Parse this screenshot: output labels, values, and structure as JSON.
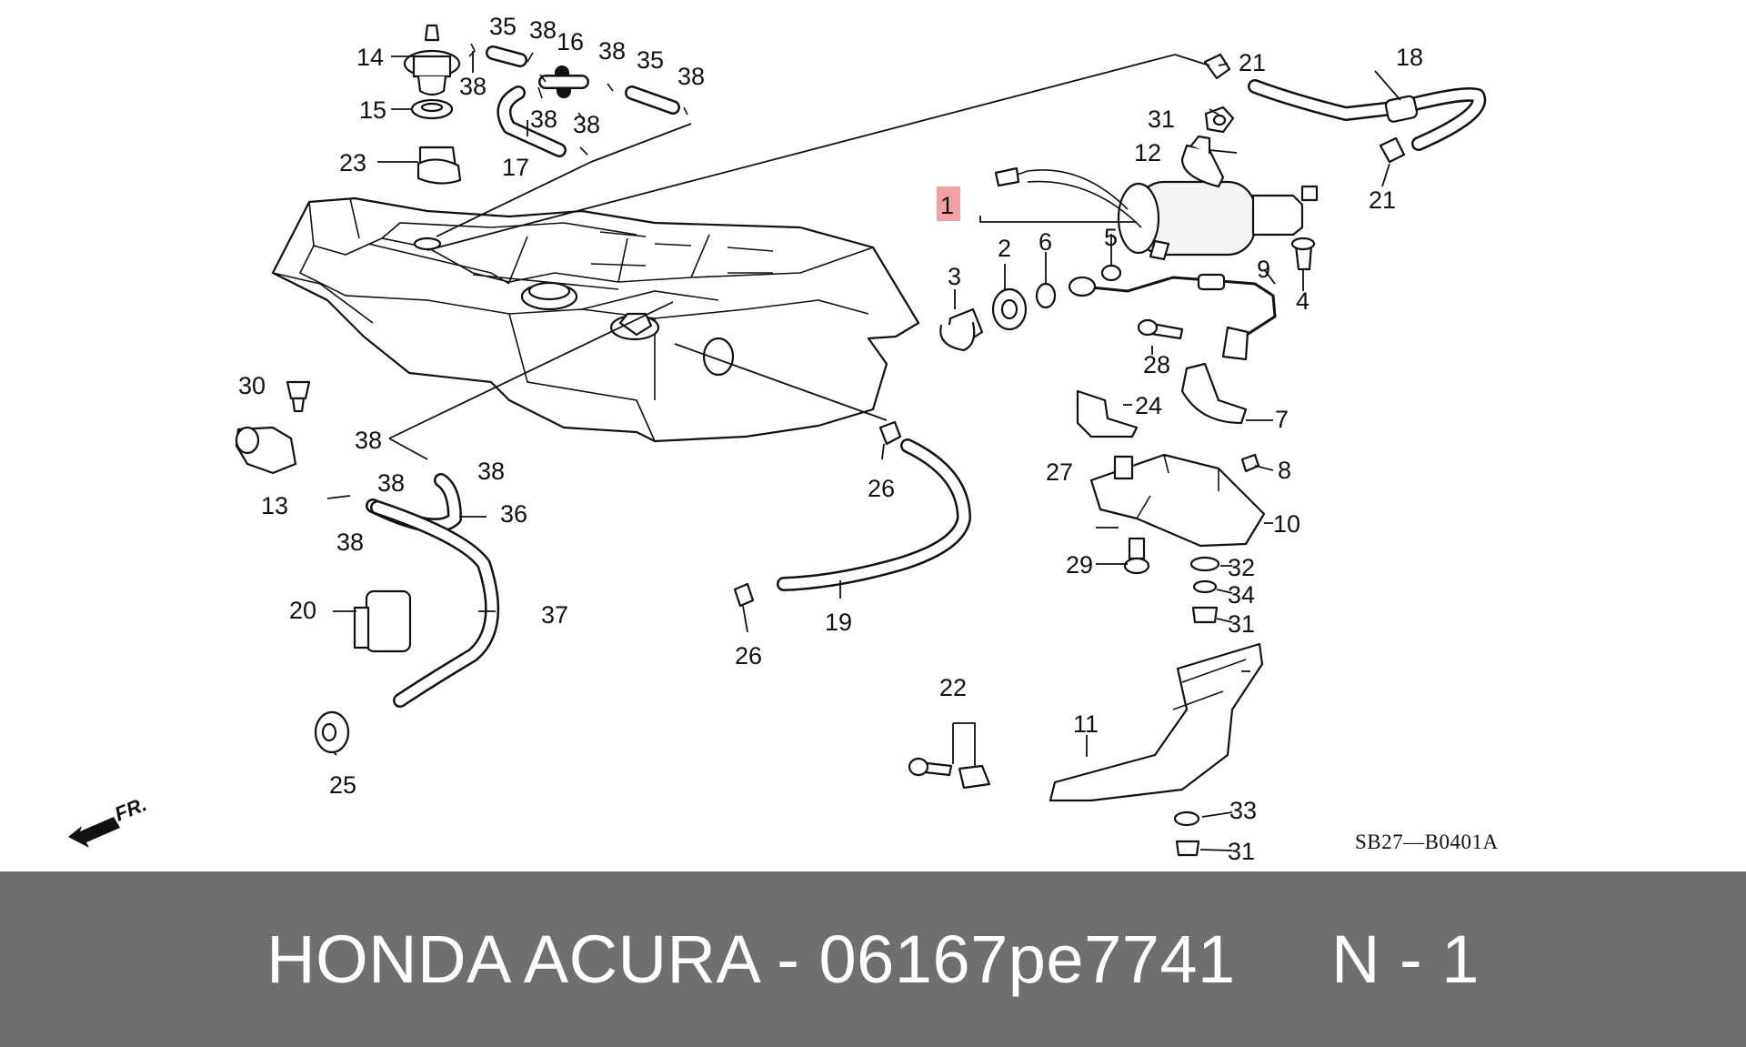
{
  "diagram": {
    "code": "SB27—B0401A",
    "direction": "FR.",
    "highlight_color": "#f3a1a6",
    "labels": [
      {
        "id": "p1",
        "text": "1",
        "highlight": true
      },
      {
        "id": "p2",
        "text": "2"
      },
      {
        "id": "p3",
        "text": "3"
      },
      {
        "id": "p4",
        "text": "4"
      },
      {
        "id": "p5",
        "text": "5"
      },
      {
        "id": "p6",
        "text": "6"
      },
      {
        "id": "p7",
        "text": "7"
      },
      {
        "id": "p8",
        "text": "8"
      },
      {
        "id": "p9",
        "text": "9"
      },
      {
        "id": "p10",
        "text": "10"
      },
      {
        "id": "p11",
        "text": "11"
      },
      {
        "id": "p12",
        "text": "12"
      },
      {
        "id": "p13",
        "text": "13"
      },
      {
        "id": "p14",
        "text": "14"
      },
      {
        "id": "p15",
        "text": "15"
      },
      {
        "id": "p16",
        "text": "16"
      },
      {
        "id": "p17",
        "text": "17"
      },
      {
        "id": "p18",
        "text": "18"
      },
      {
        "id": "p19",
        "text": "19"
      },
      {
        "id": "p20",
        "text": "20"
      },
      {
        "id": "p21a",
        "text": "21"
      },
      {
        "id": "p21b",
        "text": "21"
      },
      {
        "id": "p22",
        "text": "22"
      },
      {
        "id": "p23",
        "text": "23"
      },
      {
        "id": "p24",
        "text": "24"
      },
      {
        "id": "p25",
        "text": "25"
      },
      {
        "id": "p26a",
        "text": "26"
      },
      {
        "id": "p26b",
        "text": "26"
      },
      {
        "id": "p27",
        "text": "27"
      },
      {
        "id": "p28",
        "text": "28"
      },
      {
        "id": "p29",
        "text": "29"
      },
      {
        "id": "p30",
        "text": "30"
      },
      {
        "id": "p31a",
        "text": "31"
      },
      {
        "id": "p31b",
        "text": "31"
      },
      {
        "id": "p31c",
        "text": "31"
      },
      {
        "id": "p32",
        "text": "32"
      },
      {
        "id": "p33",
        "text": "33"
      },
      {
        "id": "p34",
        "text": "34"
      },
      {
        "id": "p35a",
        "text": "35"
      },
      {
        "id": "p35b",
        "text": "35"
      },
      {
        "id": "p36",
        "text": "36"
      },
      {
        "id": "p37",
        "text": "37"
      },
      {
        "id": "p38a",
        "text": "38"
      },
      {
        "id": "p38b",
        "text": "38"
      },
      {
        "id": "p38c",
        "text": "38"
      },
      {
        "id": "p38d",
        "text": "38"
      },
      {
        "id": "p38e",
        "text": "38"
      },
      {
        "id": "p38f",
        "text": "38"
      },
      {
        "id": "p38g",
        "text": "38"
      },
      {
        "id": "p38h",
        "text": "38"
      },
      {
        "id": "p38i",
        "text": "38"
      },
      {
        "id": "p38j",
        "text": "38"
      }
    ]
  },
  "caption": {
    "text": "HONDA ACURA - 06167pe7741     N - 1"
  }
}
